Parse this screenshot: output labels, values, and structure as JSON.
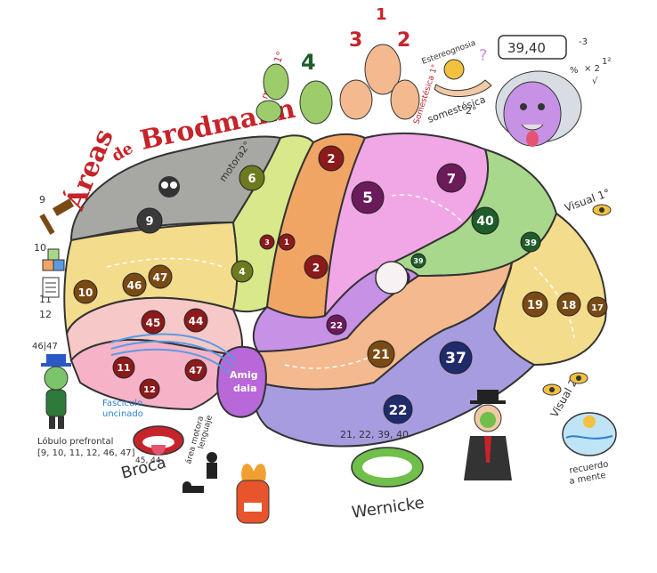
{
  "title": {
    "part1": "Áreas",
    "part2": "de",
    "part3": "Brodmann"
  },
  "regions": {
    "motor1": "motora 1°",
    "motor2": "motora2°",
    "somest1": "Somestésica 1°",
    "somest2_a": "somestésica",
    "somest2_b": "2°",
    "estereo": "Estereognosia",
    "visual1": "Visual 1°",
    "visual2": "Visual 2°",
    "fasciculo_a": "Fasciculo",
    "fasciculo_b": "uncinado",
    "lobulo": "Lóbulo prefrontal",
    "lobulo_areas": "[9, 10, 11, 12, 46, 47]",
    "broca": "Broca",
    "broca_areas": "45, 44",
    "broca_motor_a": "área motora",
    "broca_motor_b": "lenguaje",
    "wernicke": "Wernicke",
    "wernicke_areas": "21, 22, 39, 40",
    "recuerdo_a": "recuerdo",
    "recuerdo_b": "a mente",
    "amigdala_a": "Amig",
    "amigdala_b": "dala"
  },
  "side_numbers": {
    "n9": "9",
    "n10": "10",
    "n11": "11",
    "n12": "12",
    "n4647": "46|47"
  },
  "math": {
    "display": "39,40",
    "m3": "-3",
    "pct": "%",
    "x2": "× 2",
    "r": "√",
    "t": "1²"
  },
  "homunculus": {
    "n1": "1",
    "n2": "2",
    "n3": "3",
    "n4": "4"
  },
  "areas": [
    {
      "id": "9",
      "label": "9"
    },
    {
      "id": "6",
      "label": "6"
    },
    {
      "id": "4",
      "label": "4"
    },
    {
      "id": "3",
      "label": "3"
    },
    {
      "id": "1",
      "label": "1"
    },
    {
      "id": "2a",
      "label": "2"
    },
    {
      "id": "2b",
      "label": "2"
    },
    {
      "id": "5",
      "label": "5"
    },
    {
      "id": "7",
      "label": "7"
    },
    {
      "id": "40",
      "label": "40"
    },
    {
      "id": "39a",
      "label": "39"
    },
    {
      "id": "39b",
      "label": "39"
    },
    {
      "id": "10",
      "label": "10"
    },
    {
      "id": "46",
      "label": "46"
    },
    {
      "id": "47a",
      "label": "47"
    },
    {
      "id": "45",
      "label": "45"
    },
    {
      "id": "44",
      "label": "44"
    },
    {
      "id": "11",
      "label": "11"
    },
    {
      "id": "12",
      "label": "12"
    },
    {
      "id": "47b",
      "label": "47"
    },
    {
      "id": "22a",
      "label": "22"
    },
    {
      "id": "21",
      "label": "21"
    },
    {
      "id": "37",
      "label": "37"
    },
    {
      "id": "22b",
      "label": "22"
    },
    {
      "id": "19",
      "label": "19"
    },
    {
      "id": "18",
      "label": "18"
    },
    {
      "id": "17",
      "label": "17"
    },
    {
      "id": "41",
      "label": "1°"
    },
    {
      "id": "42",
      "label": "5"
    }
  ],
  "colors": {
    "gray": "#a7a7a3",
    "yellow": "#f3dc8c",
    "lime": "#d8e88a",
    "orange": "#f1a565",
    "pink": "#f1a7e6",
    "purple": "#c791e6",
    "green": "#a8d88b",
    "peach": "#f4b98e",
    "lightpink": "#f7c8c8",
    "violet": "#a89ce0",
    "darkred": "#8b1a1a",
    "brown": "#7a4a14",
    "navy": "#1f2b6b",
    "darkgreen": "#1f5d2a"
  }
}
